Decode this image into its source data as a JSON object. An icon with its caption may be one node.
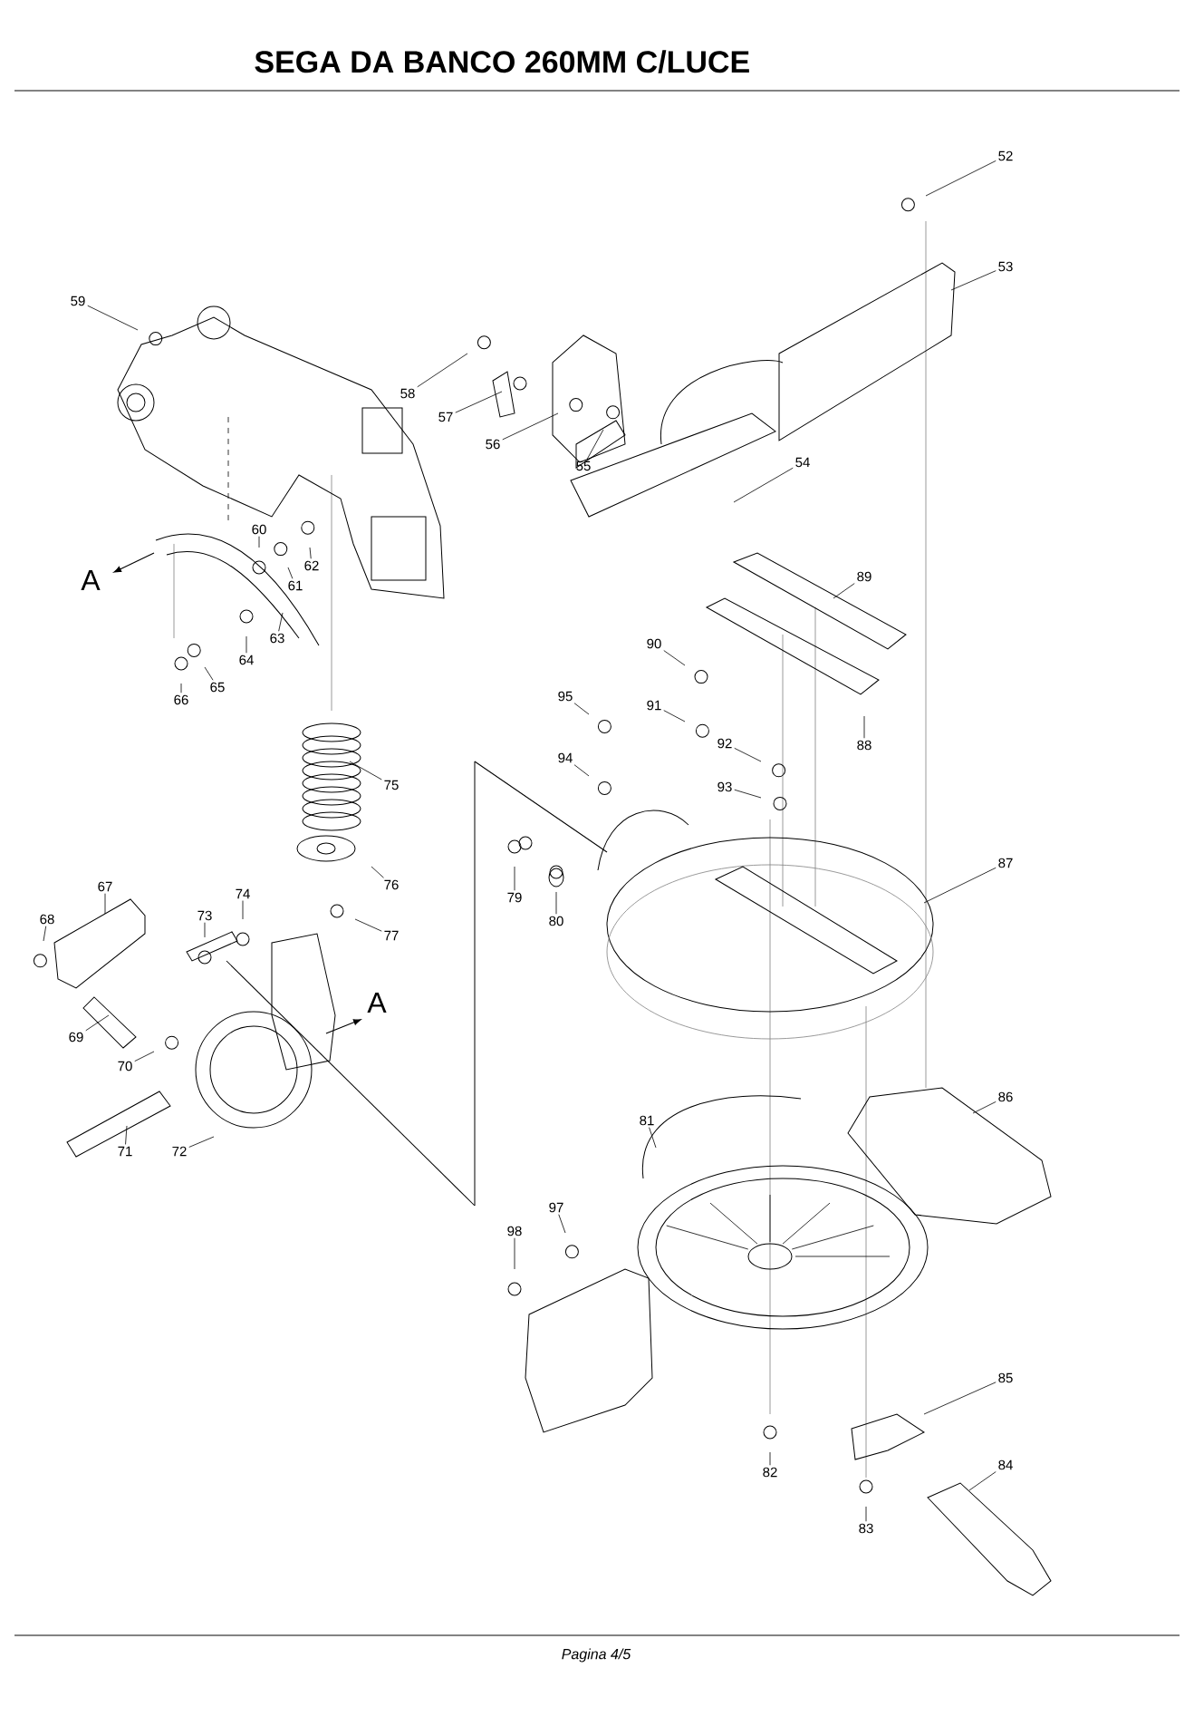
{
  "diagram": {
    "title": "SEGA DA BANCO 260MM C/LUCE",
    "nodes": [
      {
        "text": [
          "52"
        ]
      },
      {
        "text": [
          "53"
        ]
      },
      {
        "text": [
          "54"
        ]
      },
      {
        "text": [
          "55"
        ]
      },
      {
        "text": [
          "56"
        ]
      },
      {
        "text": [
          "57"
        ]
      },
      {
        "text": [
          "58"
        ]
      },
      {
        "text": [
          "59"
        ]
      },
      {
        "text": [
          "60"
        ]
      },
      {
        "text": [
          "61"
        ]
      },
      {
        "text": [
          "62"
        ]
      },
      {
        "text": [
          "63"
        ]
      },
      {
        "text": [
          "64"
        ]
      },
      {
        "text": [
          "65"
        ]
      },
      {
        "text": [
          "66"
        ]
      },
      {
        "text": [
          "67"
        ]
      },
      {
        "text": [
          "68"
        ]
      },
      {
        "text": [
          "69"
        ]
      },
      {
        "text": [
          "70"
        ]
      },
      {
        "text": [
          "71"
        ]
      },
      {
        "text": [
          "72"
        ]
      },
      {
        "text": [
          "73"
        ]
      },
      {
        "text": [
          "74"
        ]
      },
      {
        "text": [
          "75"
        ]
      },
      {
        "text": [
          "76"
        ]
      },
      {
        "text": [
          "77"
        ]
      },
      {
        "text": [
          "79"
        ]
      },
      {
        "text": [
          "80"
        ]
      },
      {
        "text": [
          "81"
        ]
      },
      {
        "text": [
          "82"
        ]
      },
      {
        "text": [
          "83"
        ]
      },
      {
        "text": [
          "84"
        ]
      },
      {
        "text": [
          "85"
        ]
      },
      {
        "text": [
          "86"
        ]
      },
      {
        "text": [
          "87"
        ]
      },
      {
        "text": [
          "88"
        ]
      },
      {
        "text": [
          "89"
        ]
      },
      {
        "text": [
          "90"
        ]
      },
      {
        "text": [
          "91"
        ]
      },
      {
        "text": [
          "92"
        ]
      },
      {
        "text": [
          "93"
        ]
      },
      {
        "text": [
          "94"
        ]
      },
      {
        "text": [
          "95"
        ]
      },
      {
        "text": [
          "97"
        ]
      },
      {
        "text": [
          "98"
        ]
      }
    ],
    "edges": [
      {
        "from": 0,
        "to": null,
        "arrow": "none"
      },
      {
        "from": 1,
        "to": null,
        "arrow": "none"
      },
      {
        "from": 2,
        "to": null,
        "arrow": "none"
      },
      {
        "from": 3,
        "to": null,
        "arrow": "none"
      },
      {
        "from": 4,
        "to": null,
        "arrow": "none"
      },
      {
        "from": 5,
        "to": null,
        "arrow": "none"
      },
      {
        "from": 6,
        "to": null,
        "arrow": "none"
      },
      {
        "from": 7,
        "to": null,
        "arrow": "none"
      },
      {
        "from": 8,
        "to": null,
        "arrow": "none"
      },
      {
        "from": 9,
        "to": null,
        "arrow": "none"
      },
      {
        "from": 10,
        "to": null,
        "arrow": "none"
      },
      {
        "from": 11,
        "to": null,
        "arrow": "none"
      },
      {
        "from": 12,
        "to": null,
        "arrow": "none"
      },
      {
        "from": 13,
        "to": null,
        "arrow": "none"
      },
      {
        "from": 14,
        "to": null,
        "arrow": "none"
      },
      {
        "from": 15,
        "to": null,
        "arrow": "none"
      },
      {
        "from": 16,
        "to": null,
        "arrow": "none"
      },
      {
        "from": 17,
        "to": null,
        "arrow": "none"
      },
      {
        "from": 18,
        "to": null,
        "arrow": "none"
      },
      {
        "from": 19,
        "to": null,
        "arrow": "none"
      },
      {
        "from": 20,
        "to": null,
        "arrow": "none"
      },
      {
        "from": 21,
        "to": null,
        "arrow": "none"
      },
      {
        "from": 22,
        "to": null,
        "arrow": "none"
      },
      {
        "from": 23,
        "to": null,
        "arrow": "none"
      },
      {
        "from": 24,
        "to": null,
        "arrow": "none"
      },
      {
        "from": 25,
        "to": null,
        "arrow": "none"
      },
      {
        "from": 26,
        "to": null,
        "arrow": "none"
      },
      {
        "from": 27,
        "to": null,
        "arrow": "none"
      },
      {
        "from": 28,
        "to": null,
        "arrow": "none"
      },
      {
        "from": 29,
        "to": null,
        "arrow": "none"
      },
      {
        "from": 30,
        "to": null,
        "arrow": "none"
      },
      {
        "from": 31,
        "to": null,
        "arrow": "none"
      },
      {
        "from": 32,
        "to": null,
        "arrow": "none"
      },
      {
        "from": 33,
        "to": null,
        "arrow": "none"
      },
      {
        "from": 34,
        "to": null,
        "arrow": "none"
      },
      {
        "from": 35,
        "to": null,
        "arrow": "none"
      },
      {
        "from": 36,
        "to": null,
        "arrow": "none"
      },
      {
        "from": 37,
        "to": null,
        "arrow": "none"
      },
      {
        "from": 38,
        "to": null,
        "arrow": "none"
      },
      {
        "from": 39,
        "to": null,
        "arrow": "none"
      },
      {
        "from": 40,
        "to": null,
        "arrow": "none"
      },
      {
        "from": 41,
        "to": null,
        "arrow": "none"
      },
      {
        "from": 42,
        "to": null,
        "arrow": "none"
      },
      {
        "from": 43,
        "to": null,
        "arrow": "none"
      },
      {
        "from": 44,
        "to": null,
        "arrow": "none"
      }
    ],
    "labels": [
      "A",
      "A",
      "Pagina 4/5"
    ]
  }
}
